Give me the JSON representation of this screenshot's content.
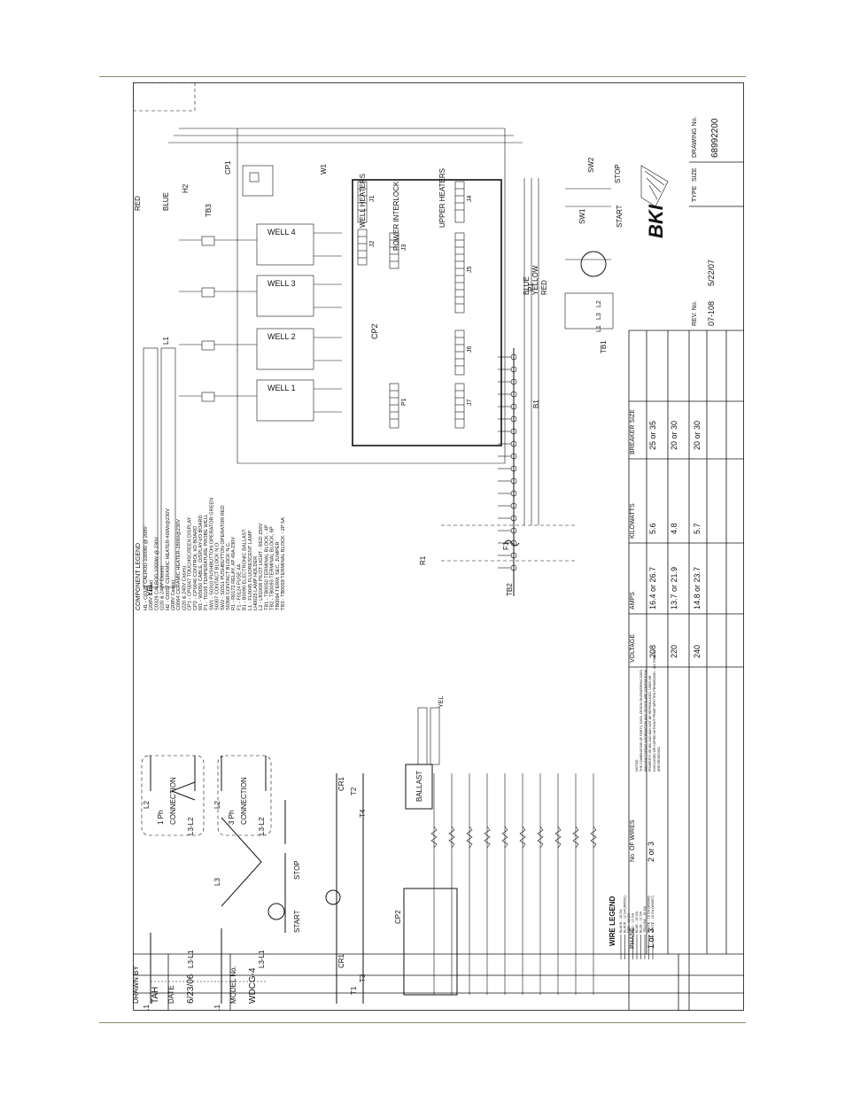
{
  "title_block": {
    "drawn_by_label": "DRAWN BY",
    "drawn_by": "TAH",
    "date_label": "DATE",
    "date": "6/23/06",
    "model_label": "MODEL No.",
    "model": "WDCG-4",
    "phase_label": "PHASE",
    "phase": "1 or 3",
    "wires_label": "No. OF WIRES",
    "wires": "2 or 3",
    "voltage_label": "VOLTAGE",
    "amps_label": "AMPS",
    "kw_label": "KILOWATTS",
    "breaker_label": "BREAKER SIZE",
    "rows": [
      {
        "voltage": "208",
        "amps": "16.4 or 26.7",
        "kw": "5.6",
        "breaker": "25 or 35"
      },
      {
        "voltage": "220",
        "amps": "13.7 or 21.9",
        "kw": "4.8",
        "breaker": "20 or 30"
      },
      {
        "voltage": "240",
        "amps": "14.8 or 23.7",
        "kw": "5.7",
        "breaker": "20 or 30"
      }
    ],
    "rev_label": "REV. No.",
    "rev": "07-108",
    "rev_date": "5/22/07",
    "type_label": "TYPE",
    "size_label": "SIZE",
    "drawing_label": "DRAWING No.",
    "drawing": "68992200",
    "notice": [
      "NOTICE:",
      "THE COMBINATION OF PARTS, DATA, DESIGN ENGINEERING DATA,",
      "MANUFACTURING INFORMATION AND DESIGN ARE CONFIDENTIAL",
      "PROPERTY OF BKI AND MAY NOT BE REPRODUCED, USED OR",
      "DISCLOSED OR COPIED WITHOUT PRIOR WRITTEN PERMISSION - ALL RIGHTS",
      "ARE RESERVED"
    ],
    "logo": "BKI"
  },
  "wire_legend": {
    "title": "WIRE LEGEND",
    "items": [
      "BLACK - 16 GA",
      "BLACK - 12 GA (W0091)",
      "RED - 16 GA",
      "RED - 12 GA",
      "BLUE - 16 GA",
      "BLUE - 12 GA",
      "YELLOW - 16 GA",
      "WHITE - 16 GA (W0088)",
      "WHITE - 18 GA (W0087)"
    ]
  },
  "component_legend": {
    "title": "COMPONENT LEGEND",
    "items": [
      "H1 - C0328 CALROD-1000W @ 208V",
      "     (208V Cases)",
      "     C0329 CALROD-1000W @ 230V",
      "     (220 & 240V Cases)",
      "H2 - C0057 CERAMIC HEATER-400W@230V",
      "     (208V Cases)",
      "     C0064 CERAMIC HEATER-280W@230V",
      "     (220 & 240V Cases)",
      "CP1 - CP0047 TOUCHSCREEN DISPLAY",
      "CP2 - CP0046 CONTROL I/O BOARD",
      "W1 - W0050 CABLE, DISPLAY-I/O BOARD",
      "P1 - T0105 TEMPERATURE PROBE WELL",
      "SW1 - S0310 PUSHBUTTON OPERATOR GREEN",
      "     S0307 CONTACT BLOCK N.O.",
      "SW2 - S0311 PUSHBUTTON OPERATOR RED",
      "     S0306 CONTACT BLOCK N.C.",
      "R1 - R0172 RELAY, 4P 40A 230V",
      "F1 - F0124 FUSE 4A",
      "B1 - B0090 ELECTRONIC BALLAST",
      "L1 - FL0045 FLUORESCENT LAMP",
      "     LH0025 LAMP HOLDER",
      "L2 - LB100R PILOT LIGHT - RED 250V",
      "TB1 - TB0050 TERMINAL BLOCK - 4P",
      "TB2 - TB0093 TERMINAL BLOCK, 6P",
      "     TB0094 TERM. SEC. JUMPER",
      "TB3 - TB0059 TERMINAL BLOCK - 2P 5A"
    ]
  },
  "connections": {
    "one_ph": "1 Ph",
    "three_ph": "3 Ph",
    "connection": "CONNECTION",
    "lines": [
      "L1",
      "L2",
      "L3",
      "L1",
      "L2",
      "L3-L2",
      "L3-L1",
      "L3-L1",
      "L3-L2"
    ]
  },
  "labels": {
    "wells": [
      "WELL 4",
      "WELL 3",
      "WELL 2",
      "WELL 1"
    ],
    "h2": "H2",
    "tb3": "TB3",
    "tb2": "TB2",
    "tb1": "TB1",
    "cp1": "CP1",
    "cp2": "CP2",
    "w1": "W1",
    "r1": "R1",
    "f1": "F1",
    "b1": "B1",
    "l1": "L1",
    "yel": "YEL",
    "red": "RED",
    "blue": "BLUE",
    "well_heaters": "WELL\nHEATERS",
    "upper_heaters": "UPPER\nHEATERS",
    "power_interlock": "POWER\nINTERLOCK",
    "j_labels": [
      "J1",
      "J2",
      "J3",
      "J4",
      "J5",
      "J6",
      "J7",
      "P1"
    ],
    "blue_yellow_red": [
      "BLUE",
      "YELLOW",
      "RED"
    ],
    "sw1": "SW1",
    "sw2": "SW2",
    "start": "START",
    "stop": "STOP",
    "ballast": "BALLAST",
    "cr1": "CR1",
    "t_labels": [
      "T1",
      "T2",
      "T3",
      "T4"
    ],
    "tb1_lines": [
      "L1",
      "L3",
      "L2"
    ]
  }
}
